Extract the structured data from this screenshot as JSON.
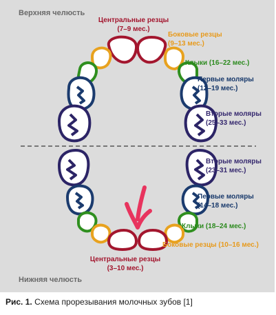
{
  "jaw": {
    "upper": "Верхняя челюсть",
    "lower": "Нижняя челюсть"
  },
  "upper": {
    "central": {
      "name": "Центральные резцы",
      "age": "(7–9 мес.)"
    },
    "lateral": {
      "name": "Боковые резцы",
      "age": "(9–13 мес.)"
    },
    "canines": "Клыки (16–22 мес.)",
    "first_molars": {
      "name": "Первые моляры",
      "age": "(12–19 мес.)"
    },
    "second_molars": {
      "name": "Вторые моляры",
      "age": "(25–33 мес.)"
    }
  },
  "lower": {
    "second_molars": {
      "name": "Вторые моляры",
      "age": "(23–31 мес.)"
    },
    "first_molars": {
      "name": "Первые моляры",
      "age": "(14–18 мес.)"
    },
    "canines": "Клыки (18–24 мес.)",
    "lateral": "Боковые резцы (10–16 мес.)",
    "central": {
      "name": "Центральные резцы",
      "age": "(3–10 мес.)"
    }
  },
  "caption": {
    "prefix": "Рис. 1.",
    "text": " Схема прорезывания молочных зубов [1]"
  },
  "colors": {
    "incisor_central": "#a3162e",
    "incisor_lateral": "#e8a21f",
    "canine": "#2f8f1f",
    "first_molar": "#1b3b6e",
    "second_molar": "#2c2466",
    "arrow": "#e8345e",
    "panel": "#dcdcdc"
  }
}
